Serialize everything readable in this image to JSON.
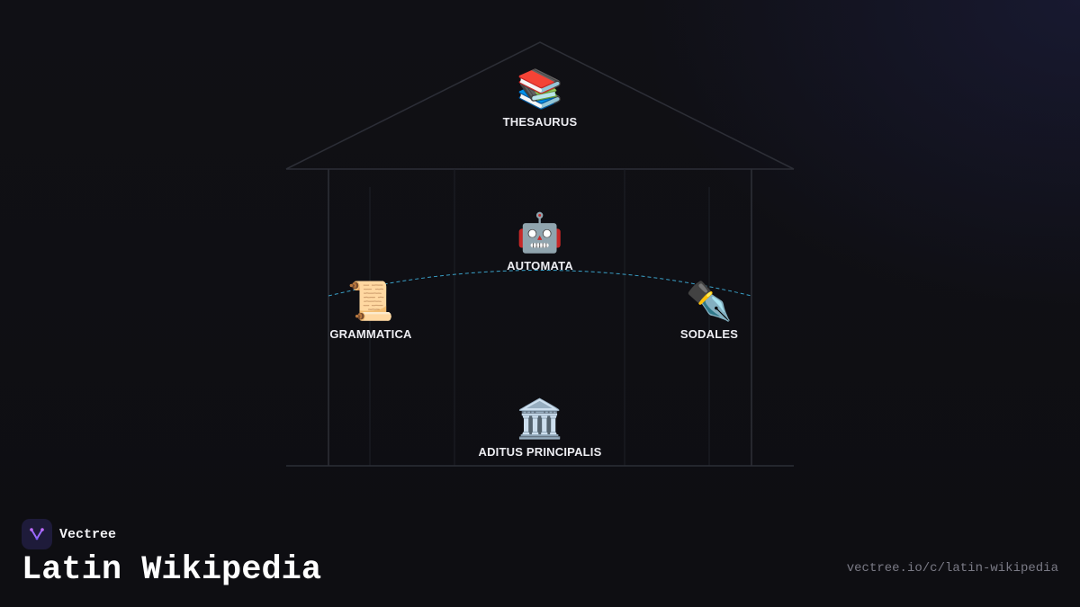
{
  "brand": {
    "name": "Vectree",
    "icon": "vectree-logo-icon"
  },
  "title": "Latin Wikipedia",
  "url": "vectree.io/c/latin-wikipedia",
  "diagram": {
    "style": "temple",
    "nodes": {
      "thesaurus": {
        "label": "THESAURUS",
        "icon": "books-icon",
        "emoji": "📚"
      },
      "automata": {
        "label": "AUTOMATA",
        "icon": "robot-icon",
        "emoji": "🤖"
      },
      "grammatica": {
        "label": "GRAMMATICA",
        "icon": "scroll-icon",
        "emoji": "📜"
      },
      "sodales": {
        "label": "SODALES",
        "icon": "pen-icon",
        "emoji": "✒️"
      },
      "aditus": {
        "label": "ADITUS PRINCIPALIS",
        "icon": "classical-building-icon",
        "emoji": "🏛️"
      }
    },
    "colors": {
      "outline": "#2c2e36",
      "connector": "#3aa0c8"
    }
  }
}
